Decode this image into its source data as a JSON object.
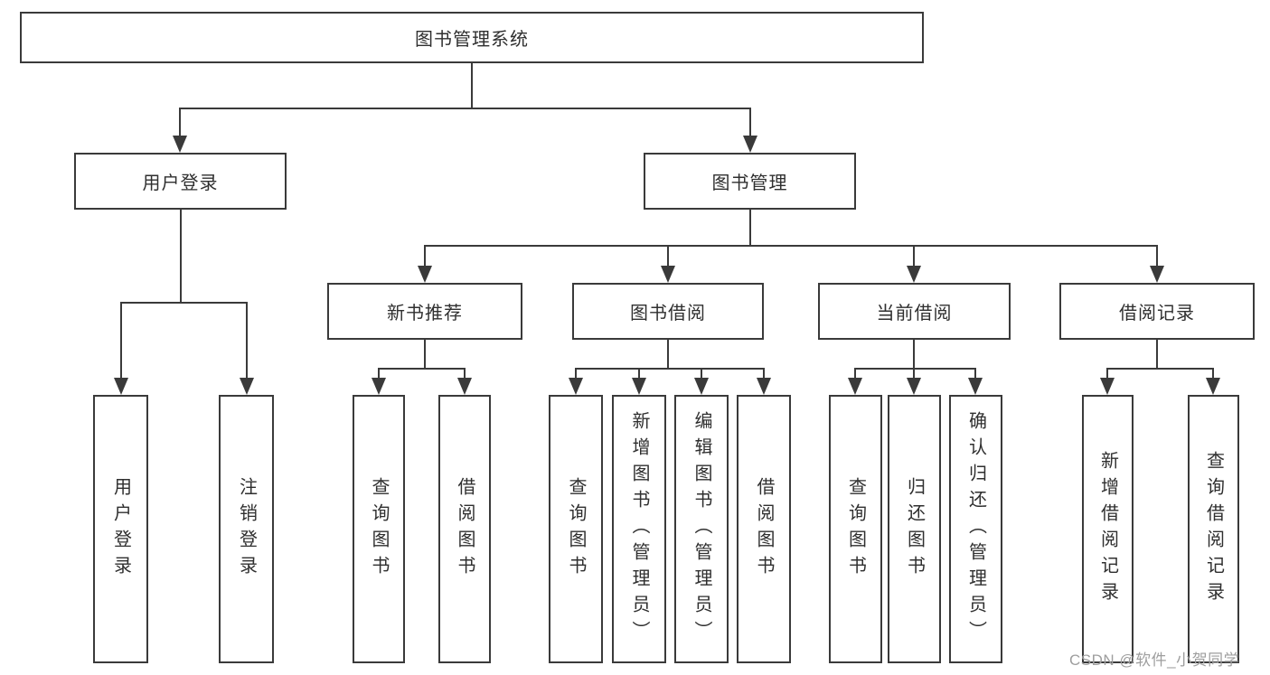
{
  "diagram": {
    "root": {
      "label": "图书管理系统"
    },
    "level2": [
      {
        "label": "用户登录"
      },
      {
        "label": "图书管理"
      }
    ],
    "level3": [
      {
        "label": "新书推荐"
      },
      {
        "label": "图书借阅"
      },
      {
        "label": "当前借阅"
      },
      {
        "label": "借阅记录"
      }
    ],
    "leaves": [
      {
        "label": "用户登录"
      },
      {
        "label": "注销登录"
      },
      {
        "label": "查询图书"
      },
      {
        "label": "借阅图书"
      },
      {
        "label": "查询图书"
      },
      {
        "label": "新增图书（管理员）"
      },
      {
        "label": "编辑图书（管理员）"
      },
      {
        "label": "借阅图书"
      },
      {
        "label": "查询图书"
      },
      {
        "label": "归还图书"
      },
      {
        "label": "确认归还（管理员）"
      },
      {
        "label": "新增借阅记录"
      },
      {
        "label": "查询借阅记录"
      }
    ]
  },
  "watermark": {
    "text": "CSDN @软件_小贺同学"
  },
  "colors": {
    "line": "#3a3a3a",
    "text": "#2f2f2f",
    "watermark": "#9e9e9e",
    "background": "#ffffff"
  }
}
